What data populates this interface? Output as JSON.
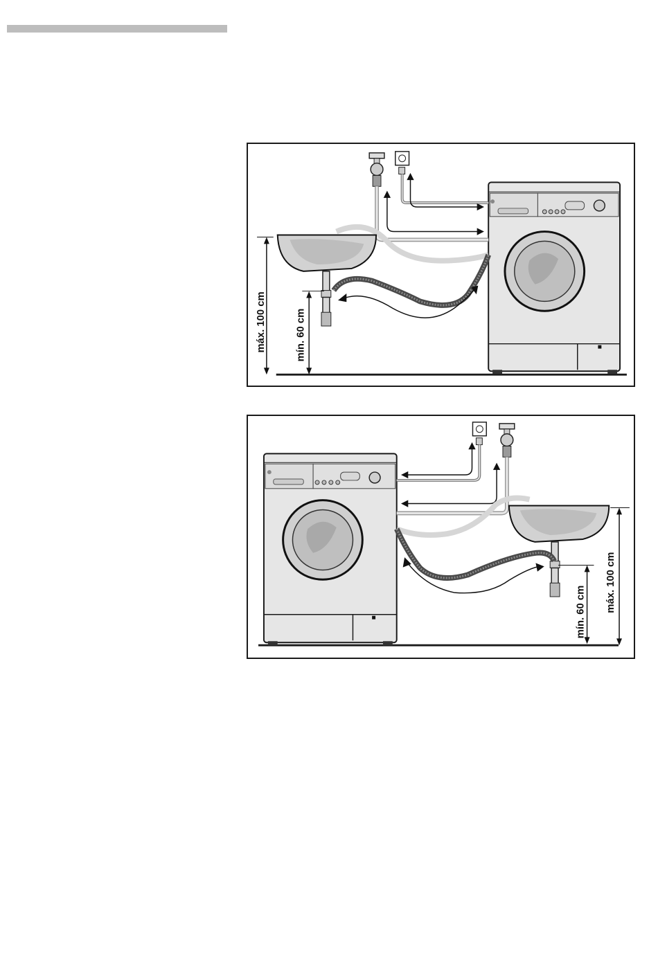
{
  "figures": [
    {
      "id": "figure-1",
      "max_label": "máx. 100 cm",
      "min_label": "mín. 60 cm"
    },
    {
      "id": "figure-2",
      "max_label": "máx. 100 cm",
      "min_label": "mín. 60 cm"
    }
  ],
  "colors": {
    "line": "#1a1a1a",
    "machine_fill": "#e6e6e6",
    "sink_fill": "#cfcfcf",
    "hose_dark": "#555555",
    "hose_light": "#cccccc",
    "header_bar": "#bdbdbd"
  }
}
